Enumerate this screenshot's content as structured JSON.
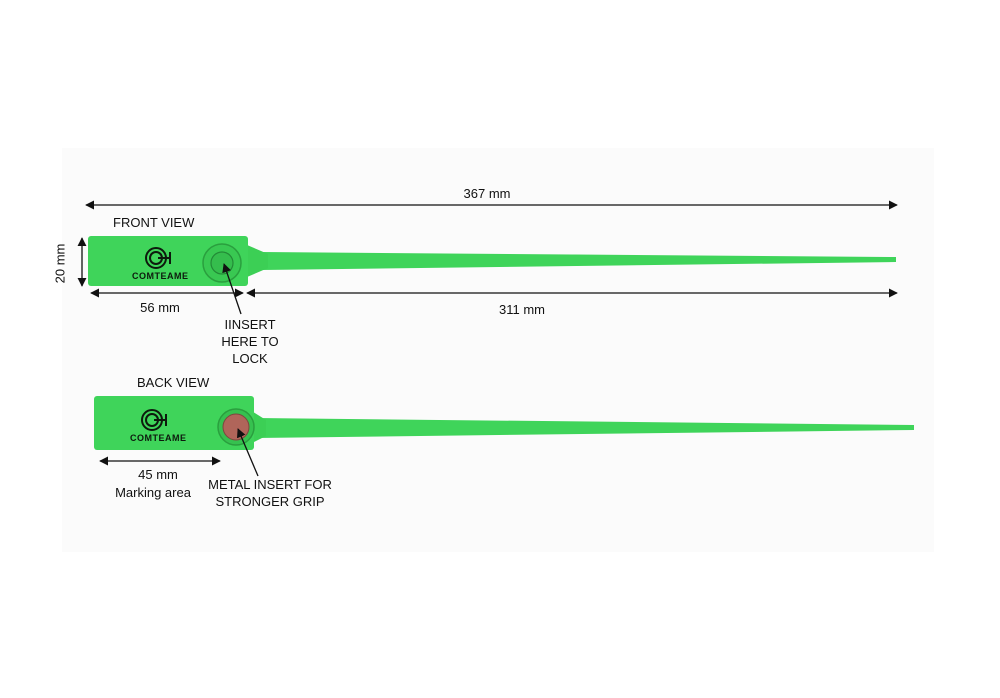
{
  "colors": {
    "seal_green": "#3fd45a",
    "seal_dark": "#2fb246",
    "metal_insert": "#b0655a",
    "ink": "#111111"
  },
  "front_view": {
    "title": "FRONT VIEW",
    "logo_text": "COMTEAME",
    "dim_total": "367 mm",
    "dim_height": "20 mm",
    "dim_head": "56 mm",
    "dim_tail": "311 mm",
    "callout": "IINSERT\nHERE TO\nLOCK"
  },
  "back_view": {
    "title": "BACK VIEW",
    "logo_text": "COMTEAME",
    "dim_marking": "45 mm",
    "marking_label": "Marking area",
    "callout": "METAL INSERT FOR\nSTRONGER GRIP"
  }
}
